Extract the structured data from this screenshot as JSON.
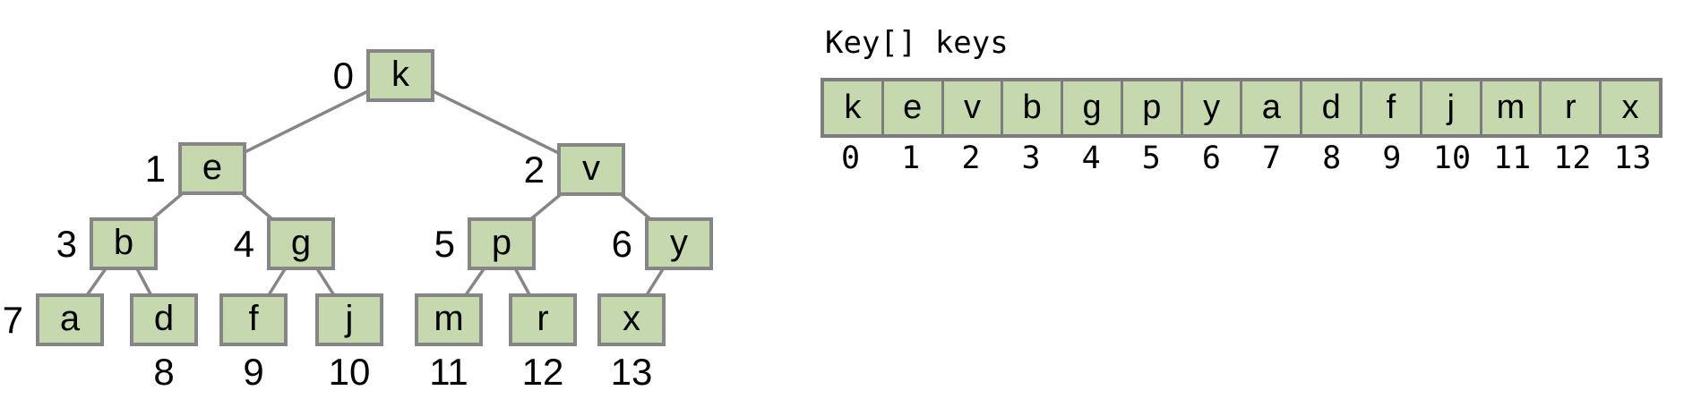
{
  "figure": {
    "description": "binary-heap tree and array representation"
  },
  "tree": {
    "nodes": [
      {
        "key": "k",
        "index": "0"
      },
      {
        "key": "e",
        "index": "1"
      },
      {
        "key": "v",
        "index": "2"
      },
      {
        "key": "b",
        "index": "3"
      },
      {
        "key": "g",
        "index": "4"
      },
      {
        "key": "p",
        "index": "5"
      },
      {
        "key": "y",
        "index": "6"
      },
      {
        "key": "a",
        "index": "7"
      },
      {
        "key": "d",
        "index": "8"
      },
      {
        "key": "f",
        "index": "9"
      },
      {
        "key": "j",
        "index": "10"
      },
      {
        "key": "m",
        "index": "11"
      },
      {
        "key": "r",
        "index": "12"
      },
      {
        "key": "x",
        "index": "13"
      }
    ]
  },
  "array": {
    "title": "Key[] keys",
    "cells": [
      "k",
      "e",
      "v",
      "b",
      "g",
      "p",
      "y",
      "a",
      "d",
      "f",
      "j",
      "m",
      "r",
      "x"
    ],
    "indices": [
      "0",
      "1",
      "2",
      "3",
      "4",
      "5",
      "6",
      "7",
      "8",
      "9",
      "10",
      "11",
      "12",
      "13"
    ]
  },
  "colors": {
    "node_fill": "#c6d8ad",
    "node_border": "#868686",
    "edge_line": "#868686",
    "array_border": "#7d7d7d",
    "text": "#000000",
    "background": "#ffffff"
  }
}
